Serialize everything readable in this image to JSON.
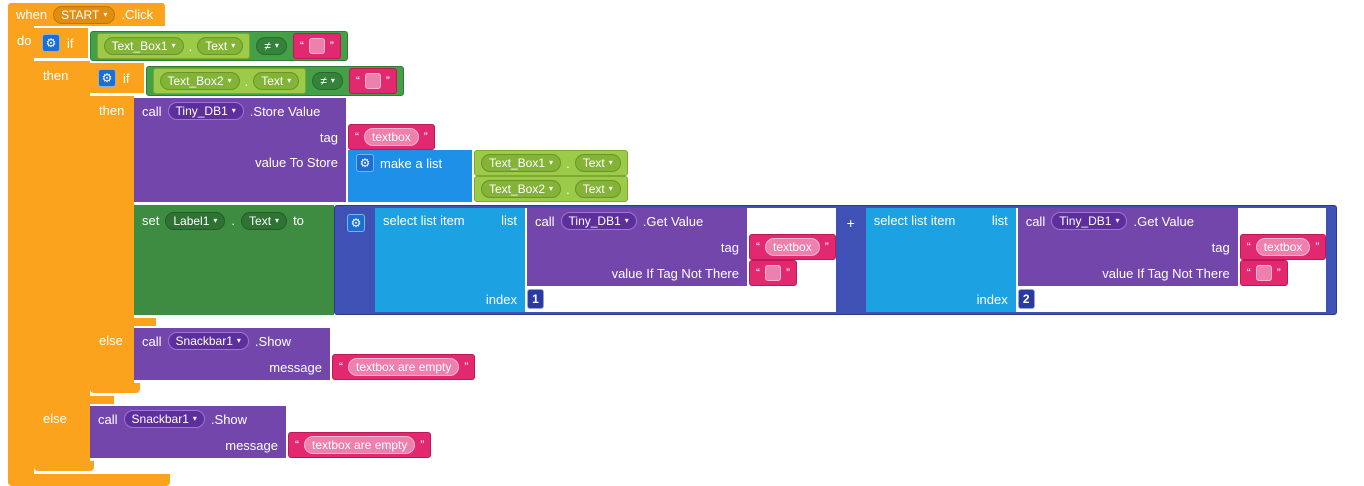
{
  "icons": {
    "gear": "⚙",
    "dropdown_arrow": "▾"
  },
  "punct": {
    "dot": ".",
    "open_quote": "“",
    "close_quote": "”"
  },
  "colors": {
    "event_control_orange": "#FCA31E",
    "logic_green": "#43A047",
    "getter_lime": "#9CCB49",
    "text_pink": "#E2286E",
    "method_purple": "#7346AC",
    "list_blue": "#1E90E8",
    "select_list_blue": "#1CA1E2",
    "math_indigo": "#3F51B5",
    "setter_green": "#3D8C42"
  },
  "event_block": {
    "when": "when",
    "component": "START",
    "event": ".Click",
    "do": "do"
  },
  "control": {
    "if": "if",
    "then": "then",
    "else": "else"
  },
  "conditions": [
    {
      "component": "Text_Box1",
      "property": "Text",
      "operator": "≠",
      "value": ""
    },
    {
      "component": "Text_Box2",
      "property": "Text",
      "operator": "≠",
      "value": ""
    }
  ],
  "store_value_block": {
    "call": "call",
    "component": "Tiny_DB1",
    "method": ".Store Value",
    "tag_label": "tag",
    "tag_value": "textbox",
    "value_label": "value To Store"
  },
  "make_a_list_block": {
    "label": "make a list",
    "items": [
      {
        "component": "Text_Box1",
        "property": "Text"
      },
      {
        "component": "Text_Box2",
        "property": "Text"
      }
    ]
  },
  "set_block": {
    "set": "set",
    "component": "Label1",
    "property": "Text",
    "to": "to"
  },
  "plus_block": {
    "operator": "+"
  },
  "select_blocks": [
    {
      "label": "select list item",
      "list_label": "list",
      "index_label": "index",
      "index_value": "1",
      "get_value": {
        "call": "call",
        "component": "Tiny_DB1",
        "method": ".Get Value",
        "tag_label": "tag",
        "tag_value": "textbox",
        "if_not_there_label": "value If Tag Not There",
        "if_not_there_value": ""
      }
    },
    {
      "label": "select list item",
      "list_label": "list",
      "index_label": "index",
      "index_value": "2",
      "get_value": {
        "call": "call",
        "component": "Tiny_DB1",
        "method": ".Get Value",
        "tag_label": "tag",
        "tag_value": "textbox",
        "if_not_there_label": "value If Tag Not There",
        "if_not_there_value": ""
      }
    }
  ],
  "snackbar_blocks": [
    {
      "call": "call",
      "component": "Snackbar1",
      "method": ".Show",
      "message_label": "message",
      "message_value": "textbox are empty"
    },
    {
      "call": "call",
      "component": "Snackbar1",
      "method": ".Show",
      "message_label": "message",
      "message_value": "textbox are empty"
    }
  ]
}
